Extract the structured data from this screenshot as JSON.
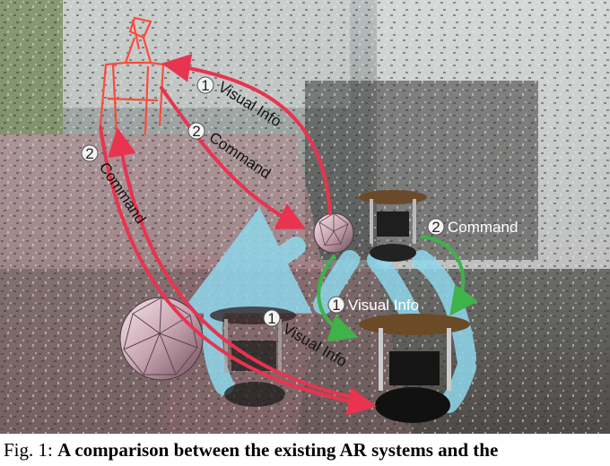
{
  "figure": {
    "labels": {
      "visual_info": "Visual Info",
      "command": "Command",
      "step_1": "1",
      "step_2": "2"
    },
    "colors": {
      "red_arrow": "#e8344f",
      "green_arrow": "#3fb24a",
      "cyan_flow": "#8fd8ec",
      "floor": "#b88890",
      "wall": "#9aa6a4"
    }
  },
  "caption": {
    "prefix": "Fig. 1: ",
    "text": "A comparison between the existing AR systems and the"
  }
}
